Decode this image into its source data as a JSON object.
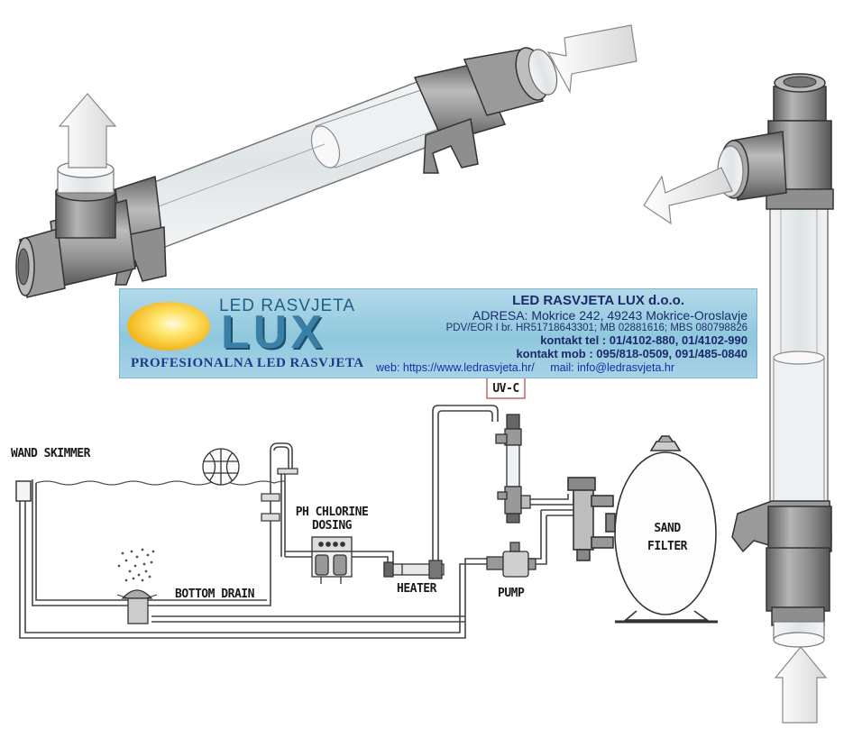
{
  "labels": {
    "uvc": "UV-C",
    "wand_skimmer": "WAND SKIMMER",
    "ph_chlorine_1": "PH CHLORINE",
    "ph_chlorine_2": "DOSING",
    "bottom_drain": "BOTTOM DRAIN",
    "heater": "HEATER",
    "pump": "PUMP",
    "sand_filter_1": "SAND",
    "sand_filter_2": "FILTER"
  },
  "banner": {
    "brand_top": "LED RASVJETA",
    "brand_big": "LUX",
    "brand_sub": "PROFESIONALNA LED RASVJETA",
    "company_name": "LED RASVJETA LUX d.o.o.",
    "address": "ADRESA: Mokrice 242, 49243 Mokrice-Oroslavje",
    "registry": "PDV/EOR I br. HR51718643301; MB 02881616; MBS 080798826",
    "phone": "kontakt tel : 01/4102-880, 01/4102-990",
    "mobile": "kontakt mob : 095/818-0509, 091/485-0840",
    "web": "web: https://www.ledrasvjeta.hr/",
    "mail": "mail: info@ledrasvjeta.hr"
  },
  "colors": {
    "pipe_grey": "#8e8e8e",
    "glass": "#e6ebee",
    "banner_blue": "#9fcfe3",
    "text_navy": "#1b2a6a"
  }
}
